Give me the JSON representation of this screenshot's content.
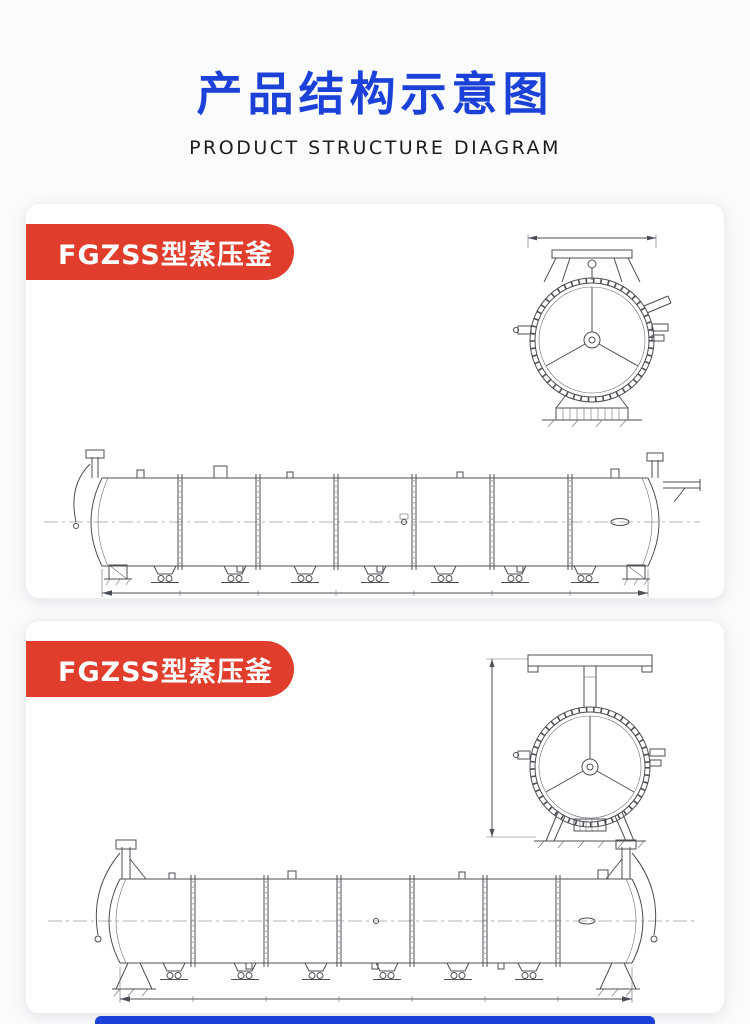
{
  "header": {
    "title": "产品结构示意图",
    "subtitle": "PRODUCT STRUCTURE DIAGRAM"
  },
  "cards": [
    {
      "label": "FGZSS型蒸压釜"
    },
    {
      "label": "FGZSS型蒸压釜"
    }
  ],
  "theme": {
    "title_color": "#1b41d8",
    "subtitle_color": "#1d1d1f",
    "ribbon_color": "#e13d2d",
    "ribbon_text_color": "#ffffff",
    "drawing_line_color": "#4b4f55",
    "page_background": "#fafbfc",
    "card_background": "#ffffff",
    "next_section_color": "#1b41d8"
  }
}
